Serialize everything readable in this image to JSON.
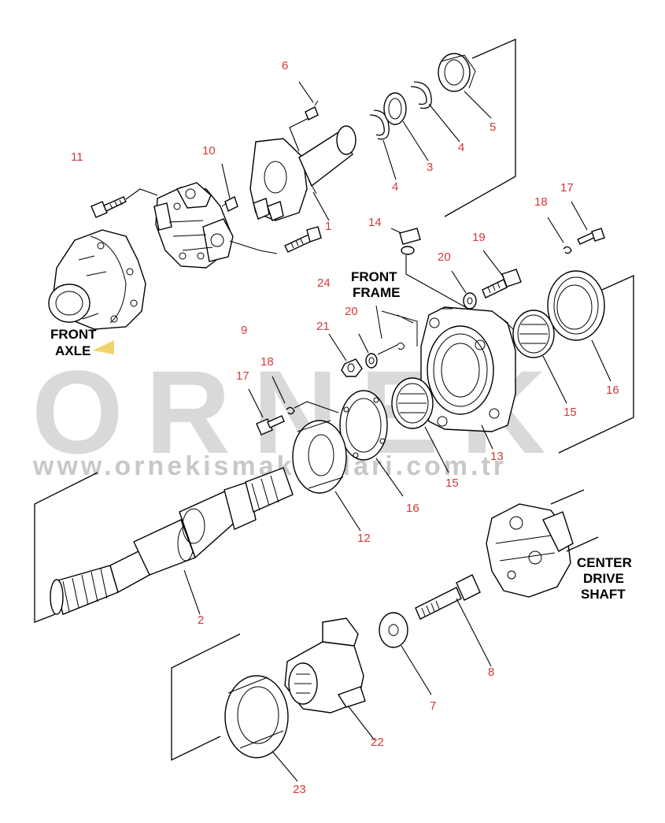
{
  "watermark": {
    "brand": "ORNEK",
    "url": "www.ornekismakinalari.com.tr"
  },
  "captions": {
    "front_axle": [
      "FRONT",
      "AXLE"
    ],
    "front_frame": [
      "FRONT",
      "FRAME"
    ],
    "center_drive_shaft": [
      "CENTER",
      "DRIVE",
      "SHAFT"
    ]
  },
  "callouts": {
    "p1": "1",
    "p2": "2",
    "p3": "3",
    "p4a": "4",
    "p4b": "4",
    "p5": "5",
    "p6": "6",
    "p7": "7",
    "p8": "8",
    "p9": "9",
    "p10": "10",
    "p11": "11",
    "p12": "12",
    "p13": "13",
    "p14": "14",
    "p15a": "15",
    "p15b": "15",
    "p16a": "16",
    "p16b": "16",
    "p17a": "17",
    "p17b": "17",
    "p18a": "18",
    "p18b": "18",
    "p19": "19",
    "p20a": "20",
    "p20b": "20",
    "p21": "21",
    "p22": "22",
    "p23": "23",
    "p24": "24"
  },
  "colors": {
    "callout": "#d23a3a",
    "linework": "#000000",
    "watermark": "#d9d9d9",
    "highlight": "#f3d46a"
  }
}
